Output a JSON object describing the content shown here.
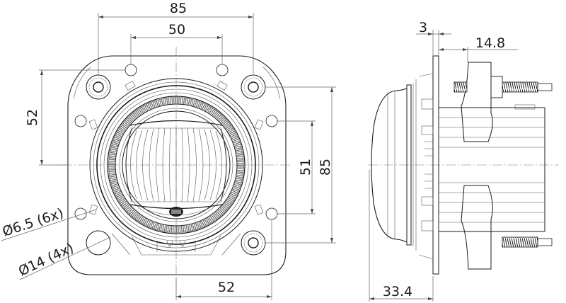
{
  "drawing": {
    "type": "technical-drawing",
    "subject": "round LED lamp module, front and side views",
    "colors": {
      "line": "#1a1a1a",
      "dimension": "#666666",
      "background": "#ffffff"
    }
  },
  "front_view": {
    "dimensions": {
      "overall_width": "85",
      "hole_spacing_top": "50",
      "hole_spacing_left_vertical": "52",
      "hole_spacing_right_vertical": "51",
      "overall_height": "85",
      "hole_spacing_bottom": "52"
    },
    "callouts": {
      "small_holes": "Ø6.5 (6x)",
      "large_holes": "Ø14 (4x)"
    }
  },
  "side_view": {
    "dimensions": {
      "flange_thickness": "3",
      "stud_offset": "14.8",
      "lens_depth": "33.4"
    }
  }
}
